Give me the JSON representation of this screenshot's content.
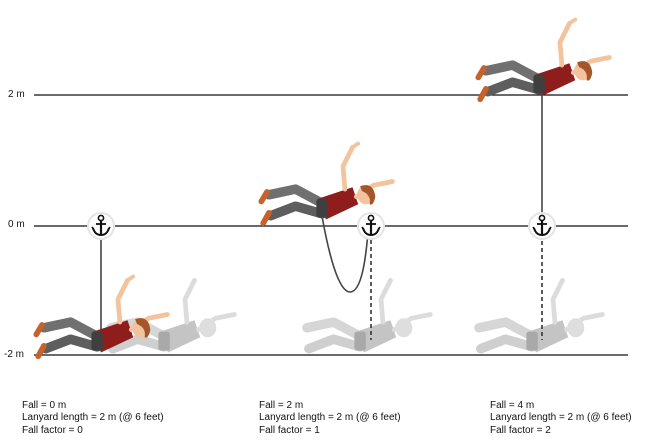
{
  "levels": [
    {
      "label": "2 m",
      "value": 2
    },
    {
      "label": "0 m",
      "value": 0
    },
    {
      "label": "-2 m",
      "value": -2
    }
  ],
  "scenarios": [
    {
      "fall": "Fall = 0 m",
      "lanyard": "Lanyard length = 2 m (@ 6 feet)",
      "factor": "Fall factor = 0",
      "fall_m": 0,
      "lanyard_m": 2,
      "fall_factor": 0
    },
    {
      "fall": "Fall = 2 m",
      "lanyard": "Lanyard length = 2 m (@ 6 feet)",
      "factor": "Fall factor = 1",
      "fall_m": 2,
      "lanyard_m": 2,
      "fall_factor": 1
    },
    {
      "fall": "Fall = 4 m",
      "lanyard": "Lanyard length = 2 m (@ 6 feet)",
      "factor": "Fall factor = 2",
      "fall_m": 4,
      "lanyard_m": 2,
      "fall_factor": 2
    }
  ],
  "colors": {
    "line": "#111111",
    "shirt": "#8e1d1b",
    "pants": "#6d6d6d",
    "skin": "#f2c39c",
    "hair": "#a5552a",
    "shoe": "#c5632b",
    "ghost": "#c9c9c9",
    "rope": "#444444"
  },
  "icons": {
    "anchor": "anchor-icon",
    "climber": "climber-figure"
  }
}
